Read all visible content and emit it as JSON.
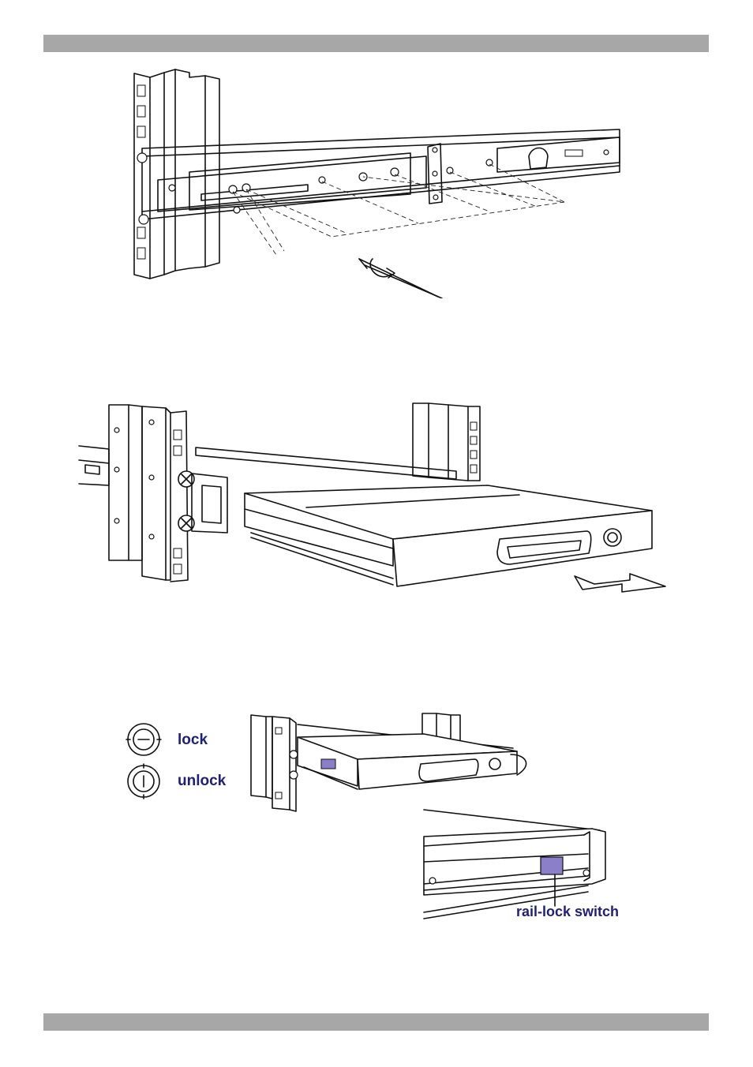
{
  "header_bar": {
    "color": "#a7a7a7"
  },
  "footer_bar": {
    "color": "#a7a7a7"
  },
  "figures": [
    {
      "id": "rail-attach-screws",
      "icon": "rail-bracket-screwdriver-illustration"
    },
    {
      "id": "slide-drawer-into-rack",
      "icon": "drawer-slide-arrow-illustration"
    },
    {
      "id": "lock-rail-switch",
      "icon": "lock-knob-rail-switch-illustration"
    }
  ],
  "lock_legend": {
    "lock_label": "lock",
    "unlock_label": "unlock"
  },
  "callout": {
    "rail_lock_label": "rail-lock switch",
    "highlight_color": "#8a7fc8",
    "text_color": "#1e1f7a"
  }
}
